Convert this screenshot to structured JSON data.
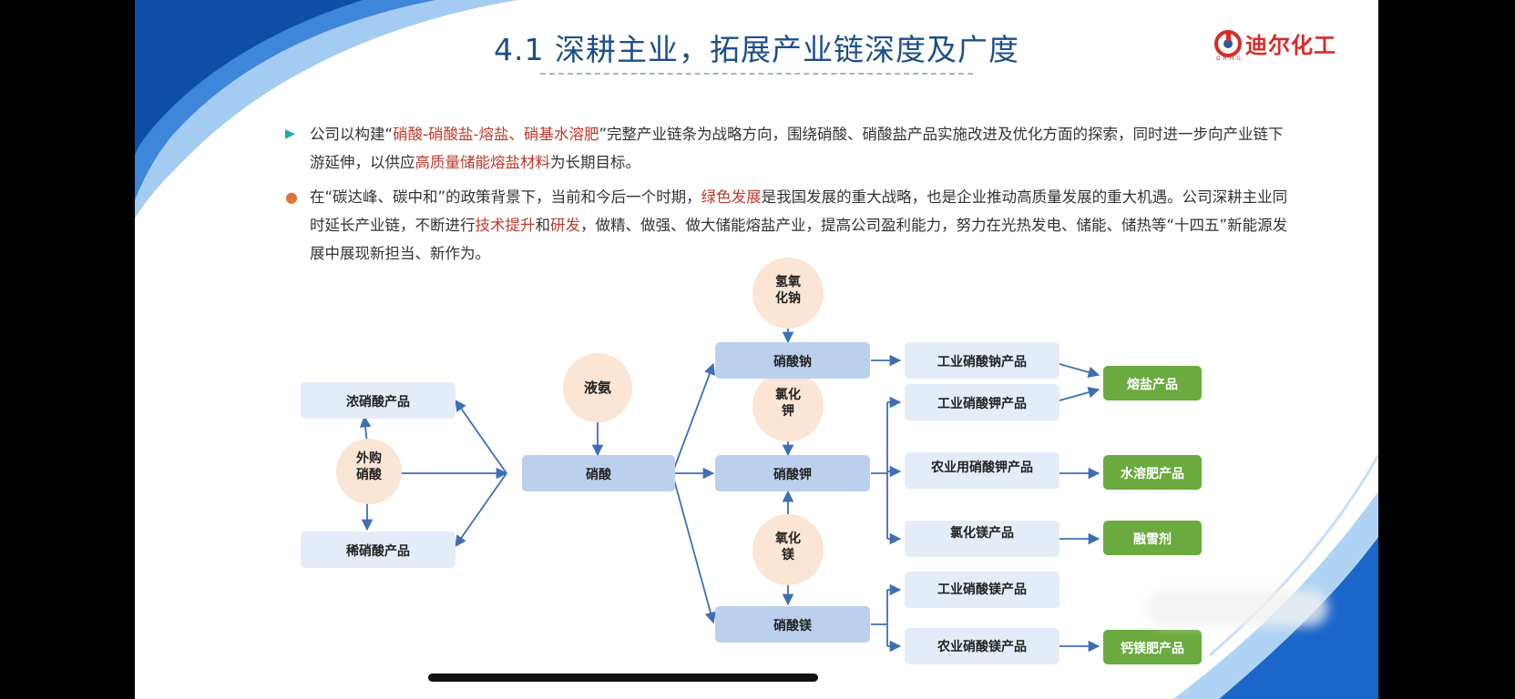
{
  "title": "4.1 深耕主业，拓展产业链深度及广度",
  "logo": {
    "name": "迪尔化工",
    "sub": "DRHG"
  },
  "bullets": [
    {
      "icon": "triangle-bullet-icon",
      "parts": [
        "公司以构建“",
        "硝酸-硝酸盐-熔盐、硝基水溶肥",
        "”完整产业链条为战略方向，围绕硝酸、硝酸盐产品实施改进及优化方面的探索，同时进一步向产业链下游延伸，以供应",
        "高质量储能熔盐材料",
        "为长期目标。"
      ]
    },
    {
      "icon": "drop-bullet-icon",
      "parts": [
        "在“碳达峰、碳中和”的政策背景下，当前和今后一个时期，",
        "绿色发展",
        "是我国发展的重大战略，也是企业推动高质量发展的重大机遇。公司深耕主业同时延长产业链，不断进行",
        "技术提升",
        "和",
        "研发",
        "，做精、做强、做大储能熔盐产业，提高公司盈利能力，努力在光热发电、储能、储热等“十四五”新能源发展中展现新担当、新作为。"
      ]
    }
  ],
  "diagram": {
    "nodes": {
      "nongxiaosuan": "浓硝酸产品",
      "waigou": "外购硝酸",
      "xixiaosuan": "稀硝酸产品",
      "yean": "液氨",
      "xiaosuan": "硝酸",
      "qingyanghuana": "氢氧化钠",
      "xiaosuanna": "硝酸钠",
      "lvhuajia": "氯化钾",
      "xiaosuanjia": "硝酸钾",
      "yanghuamei": "氧化镁",
      "xiaosuanmei": "硝酸镁",
      "gy_na": "工业硝酸钠产品",
      "gy_jia": "工业硝酸钾产品",
      "ny_jia": "农业用硝酸钾产品",
      "lvhuamei": "氯化镁产品",
      "gy_mei": "工业硝酸镁产品",
      "ny_mei": "农业硝酸镁产品",
      "rongyan": "熔盐产品",
      "shuirongfei": "水溶肥产品",
      "rongxueji": "融雪剂",
      "gaimeifei": "钙镁肥产品"
    }
  },
  "colors": {
    "title": "#1c4f8a",
    "logo_red": "#d62c28",
    "highlight_red": "#c0392b",
    "light_box": "#e4ecf7",
    "mid_box": "#bcd0ee",
    "circle": "#fbe5d4",
    "green_box": "#6aaa3e",
    "arrow": "#3e6fb4"
  }
}
